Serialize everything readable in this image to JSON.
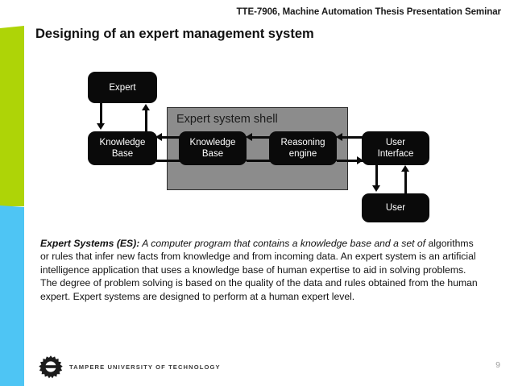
{
  "header": {
    "seminar": "TTE-7906, Machine Automation Thesis Presentation Seminar",
    "title": "Designing of an expert management system"
  },
  "colors": {
    "rail_green": "#aed407",
    "rail_blue": "#4ec5f4",
    "shell_gray": "#8c8c8c",
    "node_black": "#0a0a0a",
    "page_number_gray": "#9d9d9d"
  },
  "diagram": {
    "shell_label": "Expert system shell",
    "nodes": {
      "expert": "Expert",
      "knowledge_base_left_line1": "Knowledge",
      "knowledge_base_left_line2": "Base",
      "knowledge_base_inner_line1": "Knowledge",
      "knowledge_base_inner_line2": "Base",
      "reasoning_engine_line1": "Reasoning",
      "reasoning_engine_line2": "engine",
      "user_interface_line1": "User",
      "user_interface_line2": "Interface",
      "user": "User"
    }
  },
  "body": {
    "lead_bold": "Expert Systems (ES):",
    "lead_italic": " A computer program that contains a knowledge base and a set of",
    "rest": " algorithms or rules that infer new facts from knowledge and from incoming data. An expert system is an artificial intelligence application that uses a knowledge base of human expertise to aid in solving problems. The degree of problem solving is based on the quality of the data and rules obtained from the human expert. Expert systems are designed to perform at a human expert level."
  },
  "footer": {
    "organization": "TAMPERE UNIVERSITY OF TECHNOLOGY",
    "page_number": "9"
  }
}
